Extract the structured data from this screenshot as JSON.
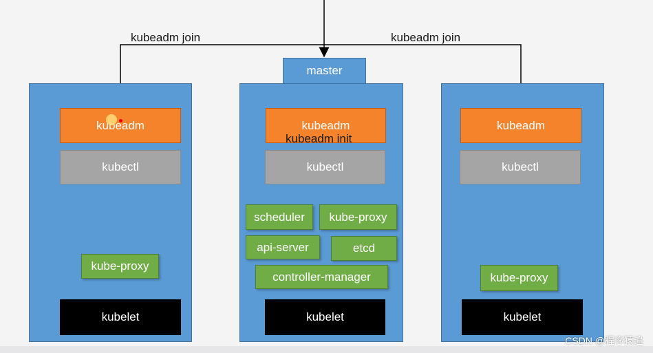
{
  "labels": {
    "join_left": "kubeadm join",
    "join_right": "kubeadm join",
    "init": "kubeadm init",
    "master": "master"
  },
  "left_node": {
    "kubeadm": "kubeadm",
    "kubectl": "kubectl",
    "kube_proxy": "kube-proxy",
    "kubelet": "kubelet"
  },
  "center_node": {
    "kubeadm": "kubeadm",
    "kubectl": "kubectl",
    "scheduler": "scheduler",
    "kube_proxy": "kube-proxy",
    "api_server": "api-server",
    "etcd": "etcd",
    "controller_manager": "controller-manager",
    "kubelet": "kubelet"
  },
  "right_node": {
    "kubeadm": "kubeadm",
    "kubectl": "kubectl",
    "kube_proxy": "kube-proxy",
    "kubelet": "kubelet"
  },
  "watermark": "CSDN @程序猿追",
  "colors": {
    "node_blue": "#5b9bd5",
    "orange": "#f4832c",
    "gray": "#a5a5a5",
    "green": "#70ad47",
    "black": "#000000"
  }
}
